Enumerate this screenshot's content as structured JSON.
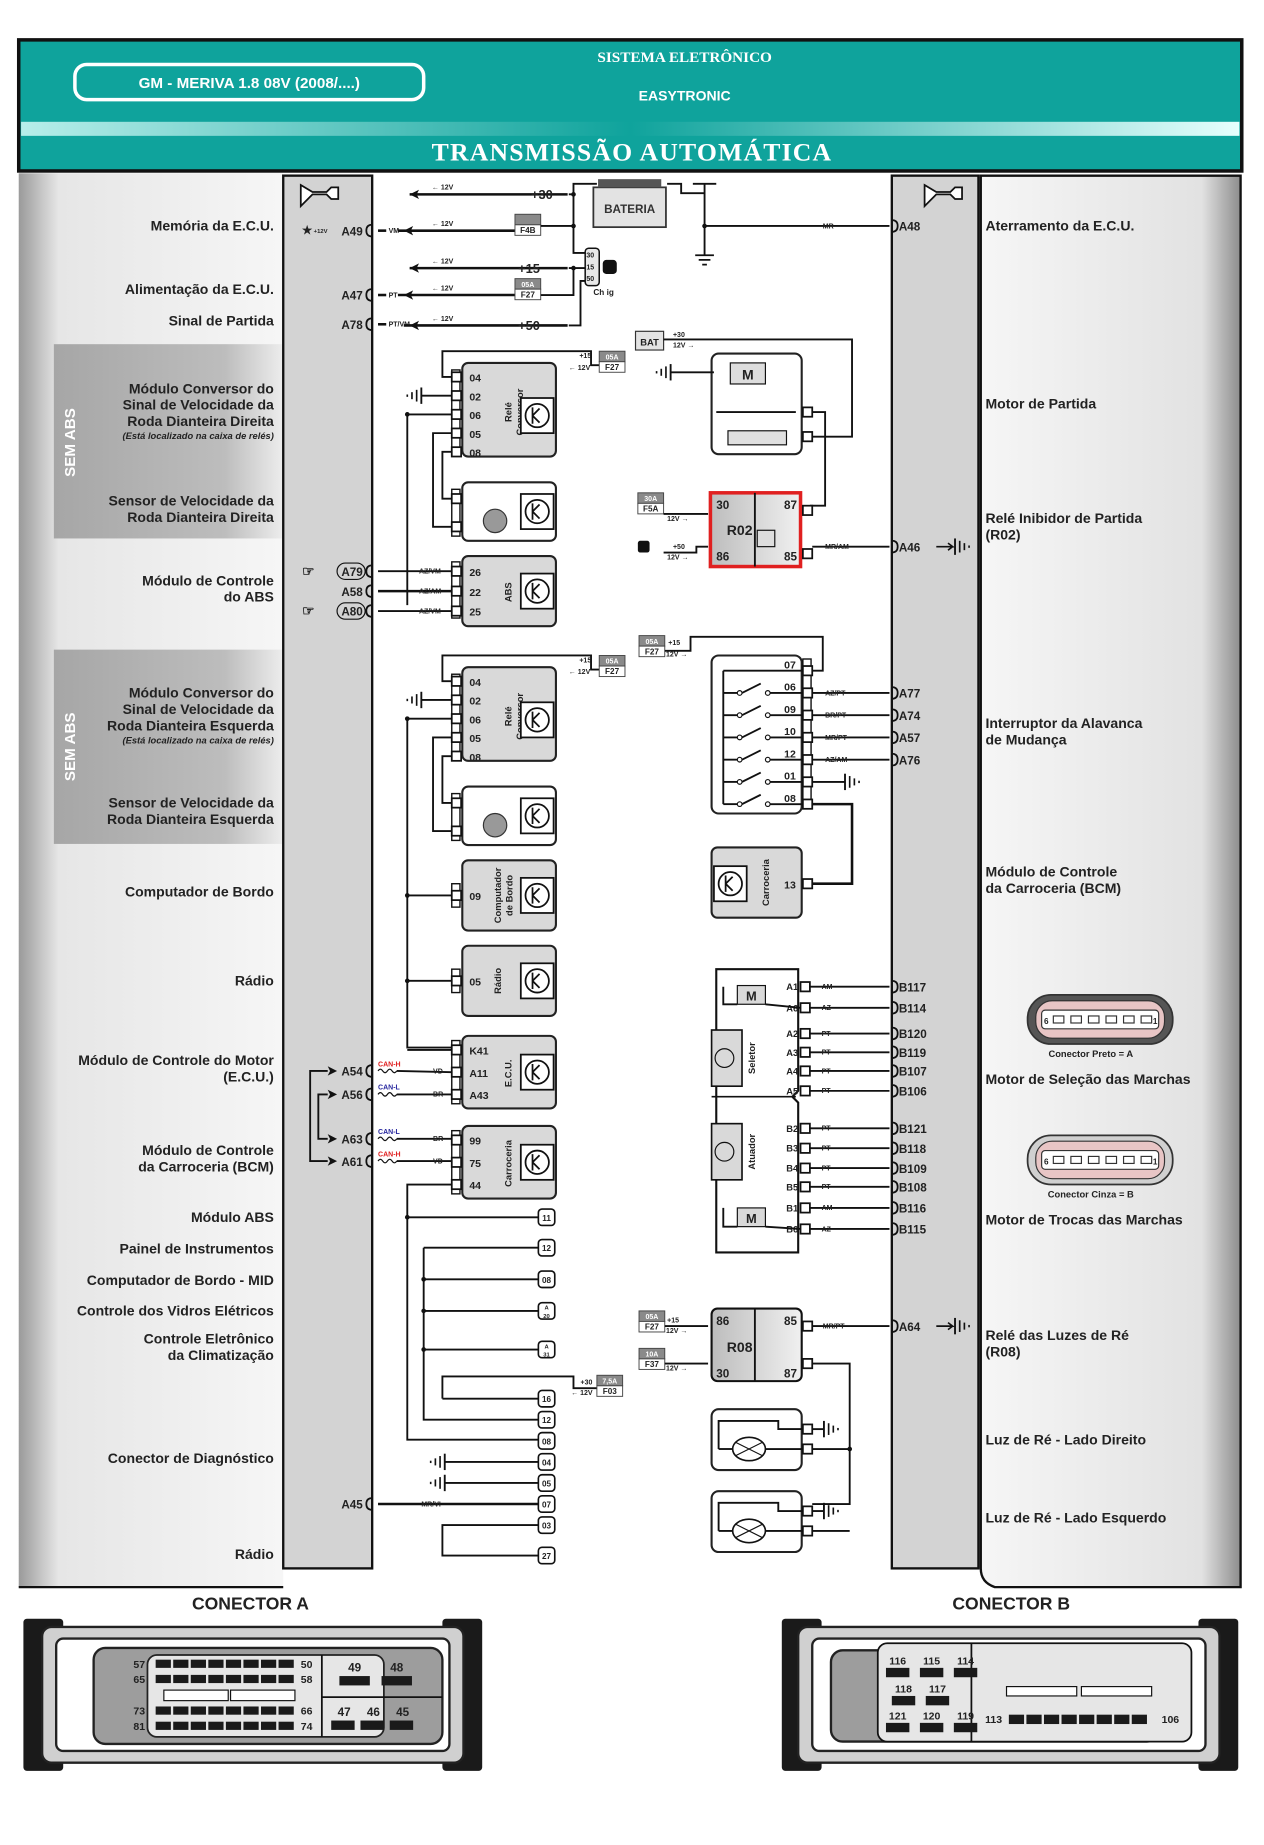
{
  "header": {
    "vehicle": "GM - MERIVA 1.8 08V (2008/....)",
    "system": "SISTEMA ELETRÔNICO",
    "subsystem": "EASYTRONIC",
    "title": "TRANSMISSÃO AUTOMÁTICA"
  },
  "colors": {
    "teal": "#0fa39c",
    "relay_highlight": "#e02020",
    "can_h": "#e02020",
    "can_l": "#2a2aa0"
  },
  "left_labels": [
    {
      "text": "Memória da E.C.U.",
      "pin": "A49",
      "note": "+12V"
    },
    {
      "text": "Alimentação da E.C.U.",
      "pin": "A47"
    },
    {
      "text": "Sinal de Partida",
      "pin": "A78"
    },
    {
      "text": "Módulo Conversor do\nSinal de Velocidade da\nRoda Dianteira Direita",
      "sub": "(Está localizado na caixa de relés)"
    },
    {
      "text": "Sensor de Velocidade da\nRoda Dianteira Direita"
    },
    {
      "text": "Módulo de Controle\ndo ABS",
      "pins": [
        "A79",
        "A58",
        "A80"
      ]
    },
    {
      "text": "Módulo Conversor do\nSinal de Velocidade da\nRoda Dianteira Esquerda",
      "sub": "(Está localizado na caixa de relés)"
    },
    {
      "text": "Sensor de Velocidade da\nRoda Dianteira Esquerda"
    },
    {
      "text": "Computador de Bordo"
    },
    {
      "text": "Rádio"
    },
    {
      "text": "Módulo de Controle do Motor\n(E.C.U.)",
      "pins": [
        "A54",
        "A56"
      ]
    },
    {
      "text": "Módulo de Controle\nda Carroceria (BCM)",
      "pins": [
        "A63",
        "A61"
      ]
    },
    {
      "text": "Módulo ABS"
    },
    {
      "text": "Painel de Instrumentos"
    },
    {
      "text": "Computador de Bordo - MID"
    },
    {
      "text": "Controle dos Vidros Elétricos"
    },
    {
      "text": "Controle Eletrônico\nda Climatização"
    },
    {
      "text": "Conector de Diagnóstico",
      "pin": "A45"
    },
    {
      "text": "Rádio"
    }
  ],
  "sem_abs_label": "SEM ABS",
  "right_labels": [
    {
      "text": "Aterramento da E.C.U.",
      "pin": "A48"
    },
    {
      "text": "Motor de Partida"
    },
    {
      "text": "Relé Inibidor de Partida\n(R02)",
      "pin": "A46"
    },
    {
      "text": "Interruptor da Alavanca\nde Mudança",
      "pins": [
        "A77",
        "A74",
        "A57",
        "A76"
      ]
    },
    {
      "text": "Módulo de Controle\nda Carroceria (BCM)"
    },
    {
      "text": "Motor de Seleção das Marchas",
      "connector": "Conector Preto = A"
    },
    {
      "text": "Motor de Trocas das Marchas",
      "connector": "Conector Cinza = B"
    },
    {
      "text": "Relé das Luzes de Ré\n(R08)",
      "pin": "A64"
    },
    {
      "text": "Luz de Ré - Lado Direito"
    },
    {
      "text": "Luz de Ré - Lado Esquerdo"
    }
  ],
  "power": {
    "lines": [
      "+30",
      "+15",
      "+50"
    ],
    "voltage": "12V",
    "battery": "BATERIA",
    "bat": "BAT",
    "ignition": "Ch ig",
    "ignition_pins": [
      "30",
      "15",
      "50"
    ],
    "fuses": [
      {
        "rating": "",
        "id": "F4B"
      },
      {
        "rating": "05A",
        "id": "F27"
      },
      {
        "rating": "30A",
        "id": "F5A"
      },
      {
        "rating": "10A",
        "id": "F37"
      },
      {
        "rating": "7,5A",
        "id": "F03"
      }
    ]
  },
  "wire_colors": {
    "A49": "VM",
    "A47": "PT",
    "A78": "PT/VM",
    "A48": "MR",
    "A46": "MR/AM",
    "abs": [
      "AZ/VM",
      "AZ/AM",
      "AZ/VM"
    ],
    "switch": [
      "AZ/PT",
      "BR/PT",
      "MR/PT",
      "AZ/AM"
    ],
    "can": [
      {
        "bus": "CAN-H",
        "wire": "VD"
      },
      {
        "bus": "CAN-L",
        "wire": "BR"
      },
      {
        "bus": "CAN-L",
        "wire": "BR"
      },
      {
        "bus": "CAN-H",
        "wire": "VD"
      }
    ],
    "A45": "MR/VI",
    "A64": "MR/PT"
  },
  "modules": {
    "rele_conversor": {
      "name": "Relé Conversor",
      "pins": [
        "04",
        "02",
        "06",
        "05",
        "08"
      ]
    },
    "abs": {
      "name": "ABS",
      "pins": [
        "26",
        "22",
        "25"
      ]
    },
    "computador_bordo": {
      "name": "Computador de Bordo",
      "pins": [
        "09"
      ]
    },
    "radio": {
      "name": "Rádio",
      "pins": [
        "05"
      ]
    },
    "ecu": {
      "name": "E.C.U.",
      "pins": [
        "K41",
        "A11",
        "A43"
      ]
    },
    "carroceria": {
      "name": "Carroceria",
      "pins": [
        "99",
        "75",
        "44"
      ]
    },
    "carroceria_right": {
      "name": "Carroceria",
      "pins": [
        "13"
      ]
    },
    "r02": {
      "name": "R02",
      "pins": [
        "30",
        "87",
        "86",
        "85"
      ]
    },
    "r08": {
      "name": "R08",
      "pins": [
        "86",
        "85",
        "30",
        "87"
      ]
    },
    "switch_pins": [
      "07",
      "06",
      "09",
      "10",
      "12",
      "01",
      "08"
    ],
    "seletor": {
      "name": "Seletor",
      "pins": [
        "A1",
        "A6",
        "A2",
        "A3",
        "A4",
        "A5"
      ],
      "wires": [
        "AM",
        "AZ",
        "PT",
        "PT",
        "PT",
        "PT"
      ],
      "ecu_pins": [
        "B117",
        "B114",
        "B120",
        "B119",
        "B107",
        "B106"
      ]
    },
    "atuador": {
      "name": "Atuador",
      "pins": [
        "B2",
        "B3",
        "B4",
        "B5",
        "B1",
        "B6"
      ],
      "wires": [
        "PT",
        "PT",
        "PT",
        "PT",
        "AM",
        "AZ"
      ],
      "ecu_pins": [
        "B121",
        "B118",
        "B109",
        "B108",
        "B116",
        "B115"
      ]
    },
    "diag_pins": [
      "11",
      "12",
      "08",
      "A\n20",
      "A\n31",
      "16",
      "12",
      "08",
      "04",
      "05",
      "07",
      "03",
      "27"
    ]
  },
  "connector_a": {
    "title": "CONECTOR A",
    "rows": [
      [
        "57",
        "50"
      ],
      [
        "65",
        "58"
      ],
      [
        "73",
        "66"
      ],
      [
        "81",
        "74"
      ]
    ],
    "side_top": [
      "49",
      "48"
    ],
    "side_bottom": [
      "47",
      "46",
      "45"
    ]
  },
  "connector_b": {
    "title": "CONECTOR B",
    "top": [
      "116",
      "115",
      "114"
    ],
    "mid": [
      "118",
      "117"
    ],
    "bottom": [
      "121",
      "120",
      "119"
    ],
    "row": [
      "113",
      "106"
    ]
  },
  "gear_connector_pins": [
    "6",
    "1"
  ]
}
